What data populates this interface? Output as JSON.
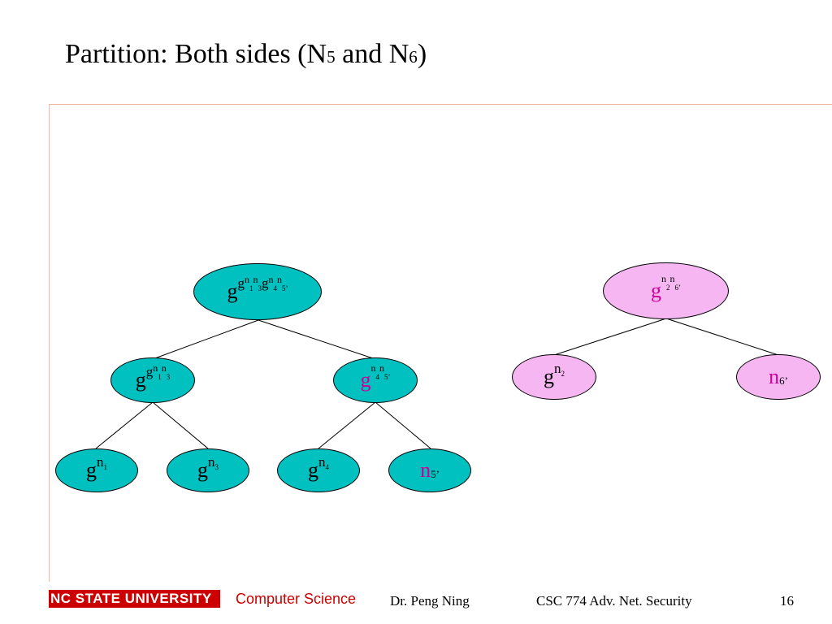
{
  "slide": {
    "title": {
      "prefix": "Partition: Both sides (N",
      "sub1": "5",
      "middle": " and N",
      "sub2": "6",
      "suffix": ")"
    }
  },
  "left_tree": {
    "root": {
      "base": "g",
      "exp_base": "g",
      "n1": "n",
      "s1": "1",
      "n3": "n",
      "s3": "3",
      "g2": "g",
      "n4": "n",
      "s4": "4",
      "n5": "n",
      "s5": "5’"
    },
    "left": {
      "base": "g",
      "exp_base": "g",
      "n1": "n",
      "s1": "1",
      "n3": "n",
      "s3": "3"
    },
    "right": {
      "base": "g",
      "n4": "n",
      "s4": "4",
      "n5": "n",
      "s5": "5’"
    },
    "leaf1": {
      "base": "g",
      "n": "n",
      "s": "1"
    },
    "leaf2": {
      "base": "g",
      "n": "n",
      "s": "3"
    },
    "leaf3": {
      "base": "g",
      "n": "n",
      "s": "4"
    },
    "leaf4": {
      "base": "n",
      "s": "5’"
    }
  },
  "right_tree": {
    "root": {
      "base": "g",
      "n2": "n",
      "s2": "2",
      "n6": "n",
      "s6": "6’"
    },
    "left": {
      "base": "g",
      "n": "n",
      "s": "2"
    },
    "right": {
      "base": "n",
      "s": "6’"
    }
  },
  "colors": {
    "teal": "#00c0c0",
    "pink": "#f6b6f2",
    "magenta_text": "#cc0099",
    "brand_red": "#cc0000"
  },
  "footer": {
    "logo": "NC STATE UNIVERSITY",
    "dept": "Computer Science",
    "author": "Dr. Peng Ning",
    "course": "CSC 774 Adv. Net. Security",
    "page": "16"
  }
}
